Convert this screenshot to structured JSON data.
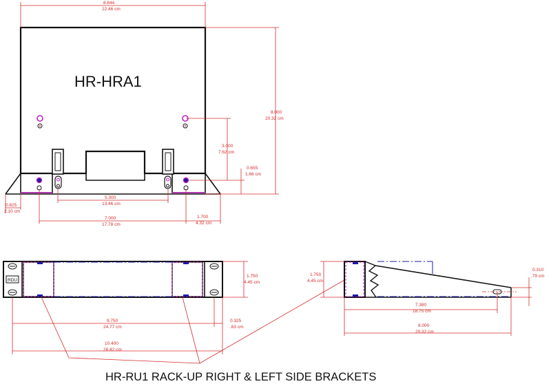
{
  "title_part": "HR-HRA1",
  "caption": "HR-RU1 RACK-UP RIGHT & LEFT SIDE BRACKETS",
  "bracket_label": "RDU",
  "colors": {
    "outline": "#111111",
    "dimension": "#d42a2a",
    "hidden_line": "#1a1aa8",
    "hole_ring": "#c020c0",
    "hole_fill": "#1e1e9a"
  },
  "dims": {
    "top_width": {
      "in": "8.844",
      "cm": "22.46 cm"
    },
    "height": {
      "in": "8.000",
      "cm": "20.32 cm"
    },
    "hole_rise": {
      "in": "3.000",
      "cm": "7.62 cm"
    },
    "foot_offset": {
      "in": "0.655",
      "cm": "1.66 cm"
    },
    "slot_span": {
      "in": "5.300",
      "cm": "13.46 cm"
    },
    "left_flange": {
      "in": "0.825",
      "cm": "2.10 cm"
    },
    "base_width": {
      "in": "7.000",
      "cm": "17.78 cm"
    },
    "right_flange": {
      "in": "1.700",
      "cm": "4.32 cm"
    },
    "front_height": {
      "in": "1.750",
      "cm": "4.45 cm"
    },
    "ear_offset": {
      "in": "0.325",
      "cm": ".83 cm"
    },
    "inner_width": {
      "in": "9.750",
      "cm": "24.77 cm"
    },
    "overall_width": {
      "in": "10.400",
      "cm": "26.42 cm"
    },
    "side_height": {
      "in": "1.750",
      "cm": "4.45 cm"
    },
    "tail_height": {
      "in": "0.310",
      "cm": ".79 cm"
    },
    "side_slot": {
      "in": "7.380",
      "cm": "18.75 cm"
    },
    "side_length": {
      "in": "8.000",
      "cm": "20.32 cm"
    }
  }
}
